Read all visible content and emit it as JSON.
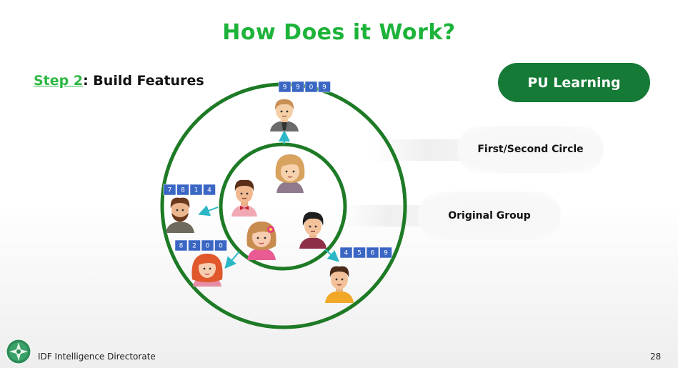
{
  "slide": {
    "title": "How Does it Work?",
    "step_number": "Step 2",
    "step_text": ": Build Features",
    "badge": "PU Learning",
    "page_number": "28"
  },
  "labels": {
    "outer": "First/Second Circle",
    "inner": "Original Group"
  },
  "feature_vectors": [
    {
      "id": "top",
      "digits": [
        "9",
        "9",
        "0",
        "9"
      ]
    },
    {
      "id": "left",
      "digits": [
        "7",
        "8",
        "1",
        "4"
      ]
    },
    {
      "id": "lower-left",
      "digits": [
        "8",
        "2",
        "0",
        "0"
      ]
    },
    {
      "id": "lower-right",
      "digits": [
        "4",
        "5",
        "6",
        "9"
      ]
    }
  ],
  "footer": {
    "organization": "IDF Intelligence Directorate"
  },
  "colors": {
    "title": "#1db33a",
    "circle": "#1d7a25",
    "badge": "#157a36",
    "vector_cell": "#3a66c4",
    "arrow": "#2bb7c6"
  }
}
